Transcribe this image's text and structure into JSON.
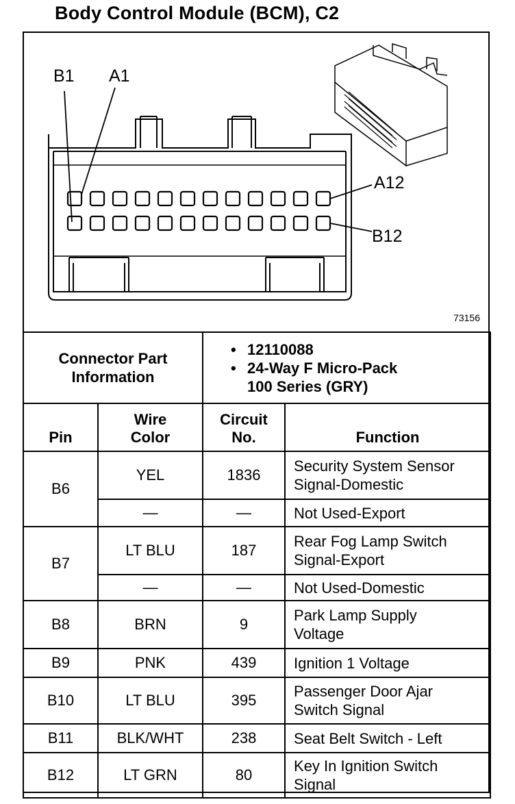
{
  "title": "Body Control Module (BCM), C2",
  "diagram": {
    "labels": {
      "b1": "B1",
      "a1": "A1",
      "a12": "A12",
      "b12": "B12"
    },
    "code": "73156"
  },
  "connector_info": {
    "label_line1": "Connector Part",
    "label_line2": "Information",
    "bullet": "•",
    "part_number": "12110088",
    "desc_line1": "24-Way F Micro-Pack",
    "desc_line2": "100 Series (GRY)"
  },
  "headers": {
    "pin": "Pin",
    "wire_line1": "Wire",
    "wire_line2": "Color",
    "circuit_line1": "Circuit",
    "circuit_line2": "No.",
    "function": "Function"
  },
  "rows": [
    {
      "pin": "B6",
      "color": "YEL",
      "circuit": "1836",
      "function_line1": "Security System Sensor",
      "function_line2": "Signal-Domestic"
    },
    {
      "pin": "",
      "color": "—",
      "circuit": "—",
      "function_line1": "Not Used-Export",
      "function_line2": ""
    },
    {
      "pin": "B7",
      "color": "LT BLU",
      "circuit": "187",
      "function_line1": "Rear Fog Lamp Switch",
      "function_line2": "Signal-Export"
    },
    {
      "pin": "",
      "color": "—",
      "circuit": "—",
      "function_line1": "Not Used-Domestic",
      "function_line2": ""
    },
    {
      "pin": "B8",
      "color": "BRN",
      "circuit": "9",
      "function_line1": "Park Lamp Supply",
      "function_line2": "Voltage"
    },
    {
      "pin": "B9",
      "color": "PNK",
      "circuit": "439",
      "function_line1": "Ignition 1 Voltage",
      "function_line2": ""
    },
    {
      "pin": "B10",
      "color": "LT BLU",
      "circuit": "395",
      "function_line1": "Passenger Door Ajar",
      "function_line2": "Switch Signal"
    },
    {
      "pin": "B11",
      "color": "BLK/WHT",
      "circuit": "238",
      "function_line1": "Seat Belt Switch - Left",
      "function_line2": ""
    },
    {
      "pin": "B12",
      "color": "LT GRN",
      "circuit": "80",
      "function_line1": "Key In Ignition Switch",
      "function_line2": "Signal"
    }
  ]
}
